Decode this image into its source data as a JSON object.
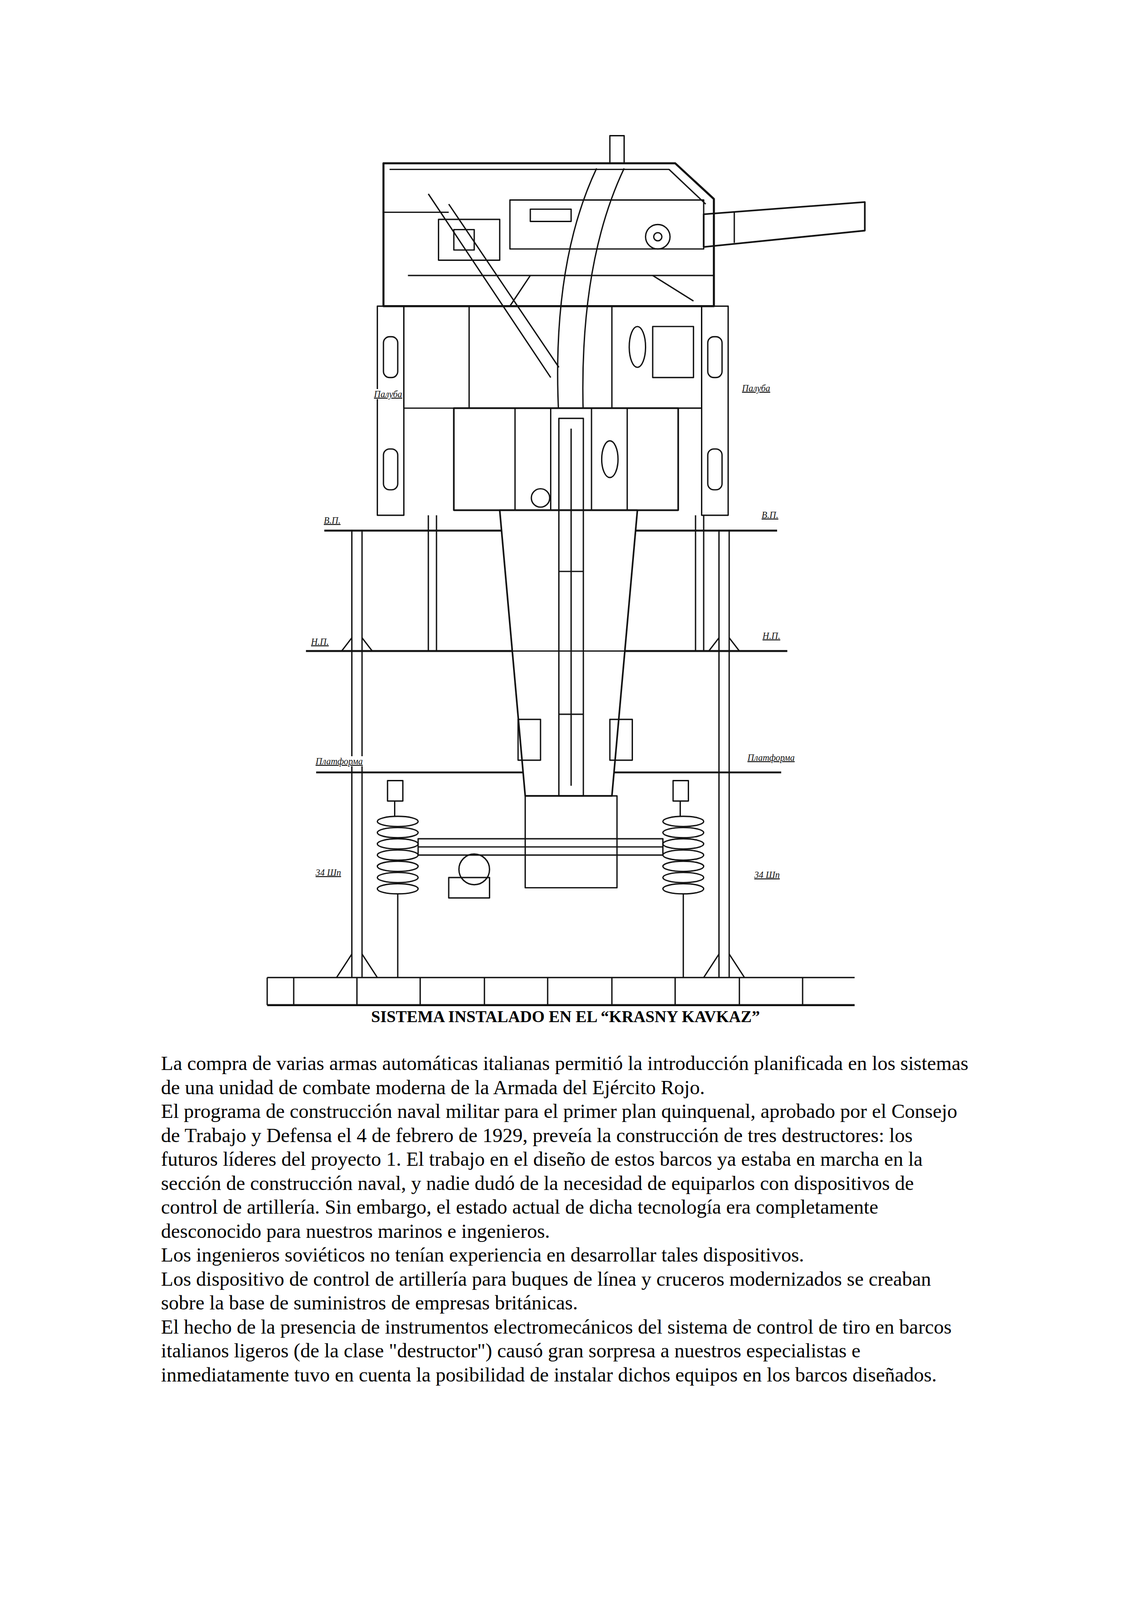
{
  "diagram": {
    "caption": "SISTEMA INSTALADO EN EL “KRASNY KAVKAZ”",
    "labels": [
      "Палуба",
      "Палуба",
      "В.П.",
      "В.П.",
      "Н.П.",
      "Н.П.",
      "Платформа",
      "Платформа",
      "34 Шп",
      "34 Шп",
      "La compra de varias armas automáticas italianas permitió la introducción planificada en los sistemas de una unidad de combate moderna de la Armada del Ejército Rojo.",
      "El programa de construcción naval militar para el primer plan quinquenal, aprobado por el Consejo de Trabajo y Defensa el 4 de febrero de 1929, preveía la construcción de tres destructores: los futuros líderes del proyecto 1. El trabajo en el diseño de estos barcos ya estaba en marcha en la sección de construcción naval, y nadie dudó de la necesidad de equiparlos con dispositivos de control de artillería. Sin embargo, el estado actual de dicha tecnología era completamente desconocido para nuestros marinos e ingenieros.",
      "Los ingenieros soviéticos no tenían experiencia en desarrollar tales dispositivos.",
      "Los dispositivo de control de artillería para buques de línea y cruceros modernizados se creaban sobre la base de suministros de empresas británicas.",
      "El hecho de la presencia de instrumentos electromecánicos del sistema de control de tiro en barcos italianos ligeros (de la clase \"destructor\") causó gran sorpresa a nuestros especialistas e inmediatamente tuvo en cuenta la posibilidad de instalar dichos equipos en los barcos diseñados."
    ]
  }
}
